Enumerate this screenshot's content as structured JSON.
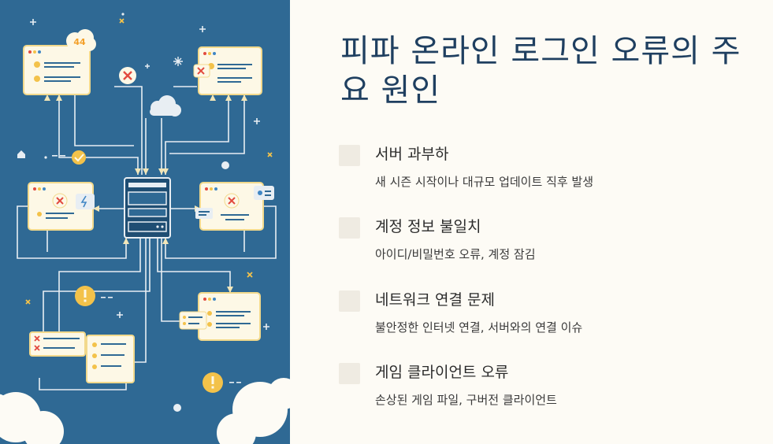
{
  "title": "피파 온라인 로그인 오류의 주요 원인",
  "illustration": {
    "badge_text": "44"
  },
  "items": [
    {
      "title": "서버 과부하",
      "desc": "새 시즌 시작이나 대규모 업데이트 직후 발생"
    },
    {
      "title": "계정 정보 불일치",
      "desc": "아이디/비밀번호 오류, 계정 잠김"
    },
    {
      "title": "네트워크 연결 문제",
      "desc": "불안정한 인터넷 연결, 서버와의 연결 이슈"
    },
    {
      "title": "게임 클라이언트 오류",
      "desc": "손상된 게임 파일, 구버전 클라이언트"
    }
  ],
  "colors": {
    "illustration_bg": "#2f6994",
    "title": "#1f3f60",
    "page_bg": "#fdfbf5",
    "card": "#fdf8e6",
    "card_border": "#f2d98c",
    "error": "#e24a3f",
    "warning": "#f3c24a",
    "marker": "#efebe2"
  }
}
